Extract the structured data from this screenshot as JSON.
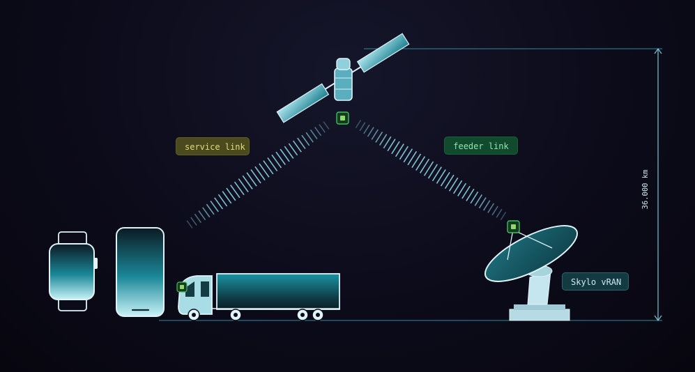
{
  "labels": {
    "service_link": "service link",
    "feeder_link": "feeder link",
    "ground_station": "Skylo vRAN",
    "distance": "36.000 km"
  },
  "colors": {
    "background": "#0c0b1a",
    "outline": "#dff3f8",
    "teal": "#1c8c9c",
    "service_accent": "#e2dc7e",
    "feeder_accent": "#8fe6ae",
    "node_green": "#3fbf5a"
  },
  "icons": [
    "smartwatch-icon",
    "smartphone-icon",
    "truck-icon",
    "satellite-icon",
    "satellite-dish-icon"
  ]
}
